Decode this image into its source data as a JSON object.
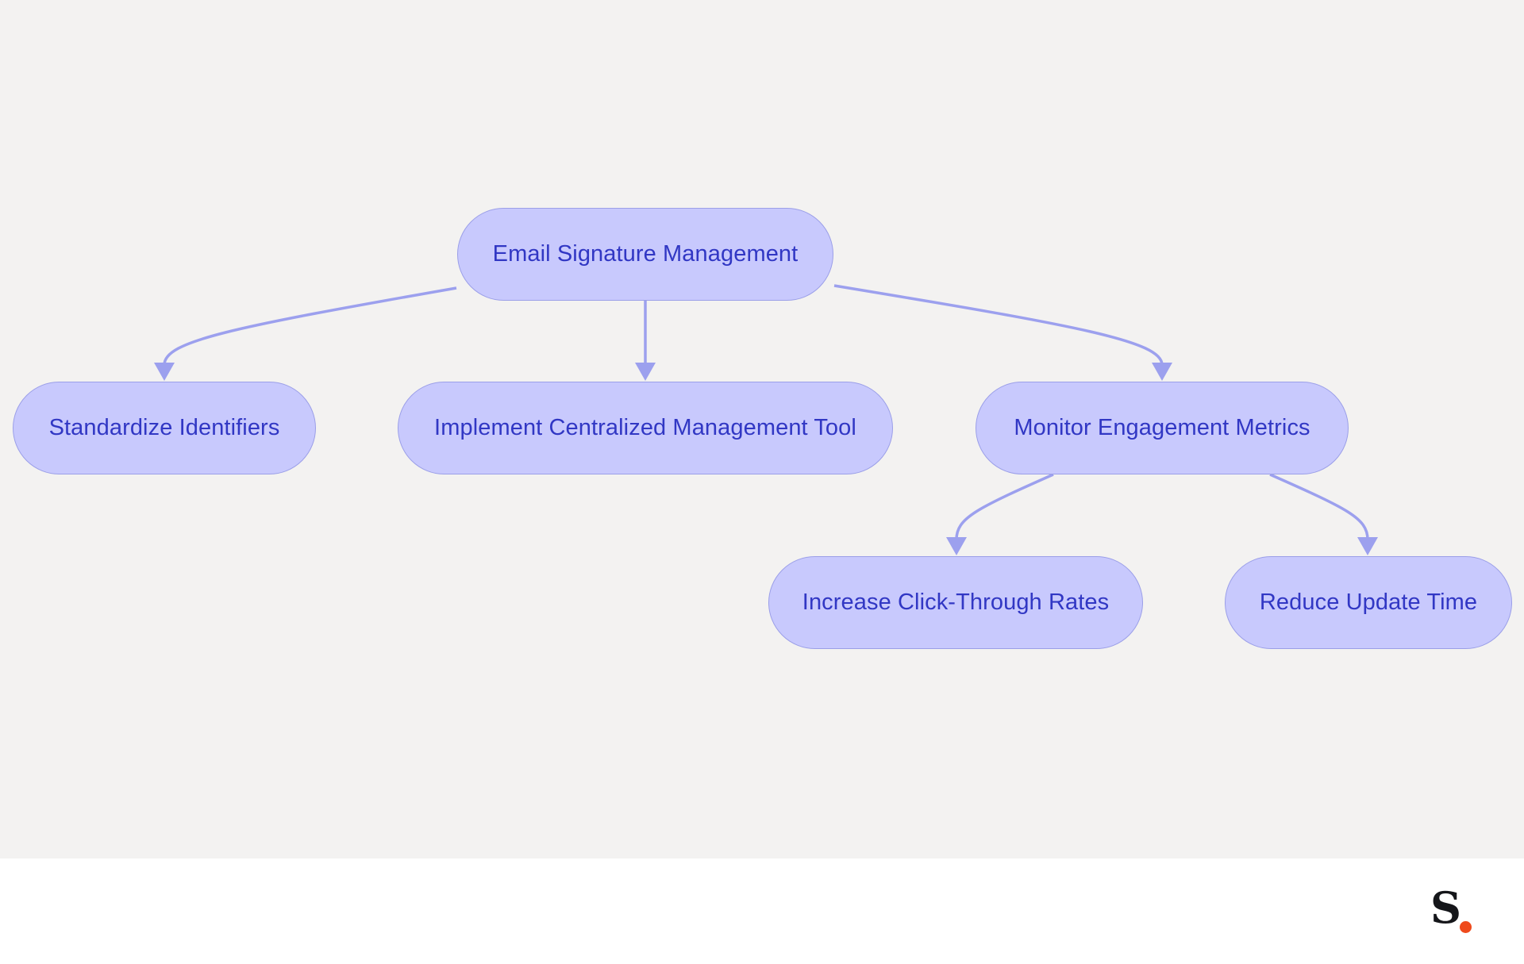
{
  "diagram": {
    "nodes": {
      "root": "Email Signature Management",
      "standardize": "Standardize Identifiers",
      "implement": "Implement Centralized Management Tool",
      "monitor": "Monitor Engagement Metrics",
      "click_through": "Increase Click-Through Rates",
      "reduce_time": "Reduce Update Time"
    },
    "edges": [
      {
        "from": "root",
        "to": "standardize"
      },
      {
        "from": "root",
        "to": "implement"
      },
      {
        "from": "root",
        "to": "monitor"
      },
      {
        "from": "monitor",
        "to": "click_through"
      },
      {
        "from": "monitor",
        "to": "reduce_time"
      }
    ],
    "colors": {
      "background": "#f3f2f1",
      "node_fill": "#c8c9fd",
      "node_border": "#9b9fe8",
      "node_text": "#3137c4",
      "edge": "#9ca0ee"
    }
  },
  "footer": {
    "logo_letter": "S",
    "logo_dot_color": "#ef4a1c"
  }
}
